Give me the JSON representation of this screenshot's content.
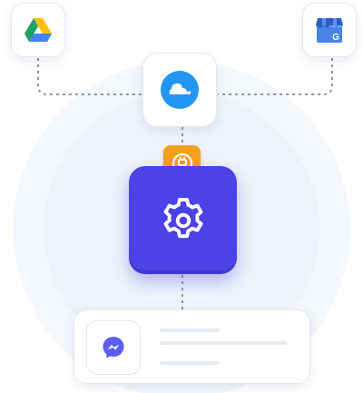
{
  "diagram": {
    "nodes": [
      {
        "id": "google-drive",
        "icon": "google-drive-icon"
      },
      {
        "id": "google-business-profile",
        "icon": "google-my-business-icon"
      },
      {
        "id": "cloudflare",
        "icon": "cloudflare-icon"
      },
      {
        "id": "automation-hub",
        "icon": "gear-icon"
      },
      {
        "id": "plugin-badge",
        "icon": "plug-icon"
      },
      {
        "id": "messenger-card",
        "icon": "messenger-icon"
      }
    ],
    "edges": [
      {
        "from": "google-drive",
        "to": "cloudflare"
      },
      {
        "from": "google-business-profile",
        "to": "cloudflare"
      },
      {
        "from": "cloudflare",
        "to": "automation-hub"
      },
      {
        "from": "automation-hub",
        "to": "messenger-card"
      }
    ]
  },
  "colors": {
    "hub": "#4c42e8",
    "badge": "#f6a019",
    "cloudflare": "#2196f3",
    "messenger": "#5b5df0",
    "connector": "#8a93a3",
    "background_circle": "#f4f7fc"
  }
}
